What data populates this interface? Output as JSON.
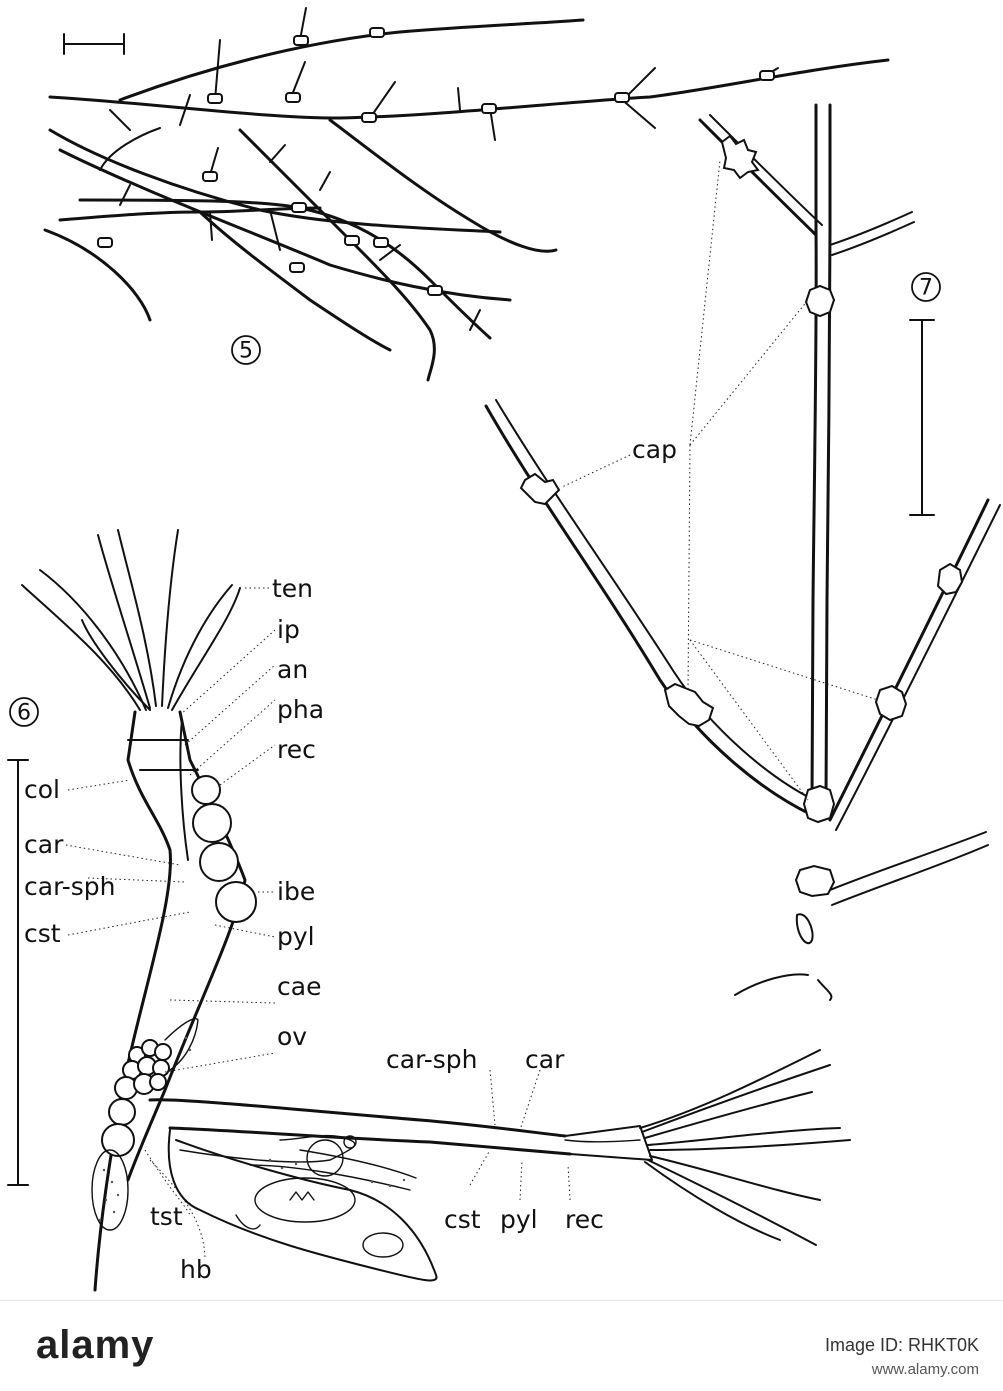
{
  "figure": {
    "numbers": {
      "fig5": "5",
      "fig6": "6",
      "fig7": "7"
    },
    "labels": {
      "cap": "cap",
      "ten": "ten",
      "ip": "ip",
      "an": "an",
      "pha": "pha",
      "rec": "rec",
      "ibe": "ibe",
      "pyl": "pyl",
      "cae": "cae",
      "ov": "ov",
      "col": "col",
      "car": "car",
      "car_sph": "car-sph",
      "cst": "cst",
      "tst": "tst",
      "hb": "hb",
      "lower_car_sph": "car-sph",
      "lower_car": "car",
      "lower_cst": "cst",
      "lower_pyl": "pyl",
      "lower_rec": "rec"
    },
    "ink_color": "#111111",
    "background_color": "#ffffff"
  },
  "footer": {
    "logo": "alamy",
    "image_id": "Image ID: RHKT0K",
    "site": "www.alamy.com"
  }
}
